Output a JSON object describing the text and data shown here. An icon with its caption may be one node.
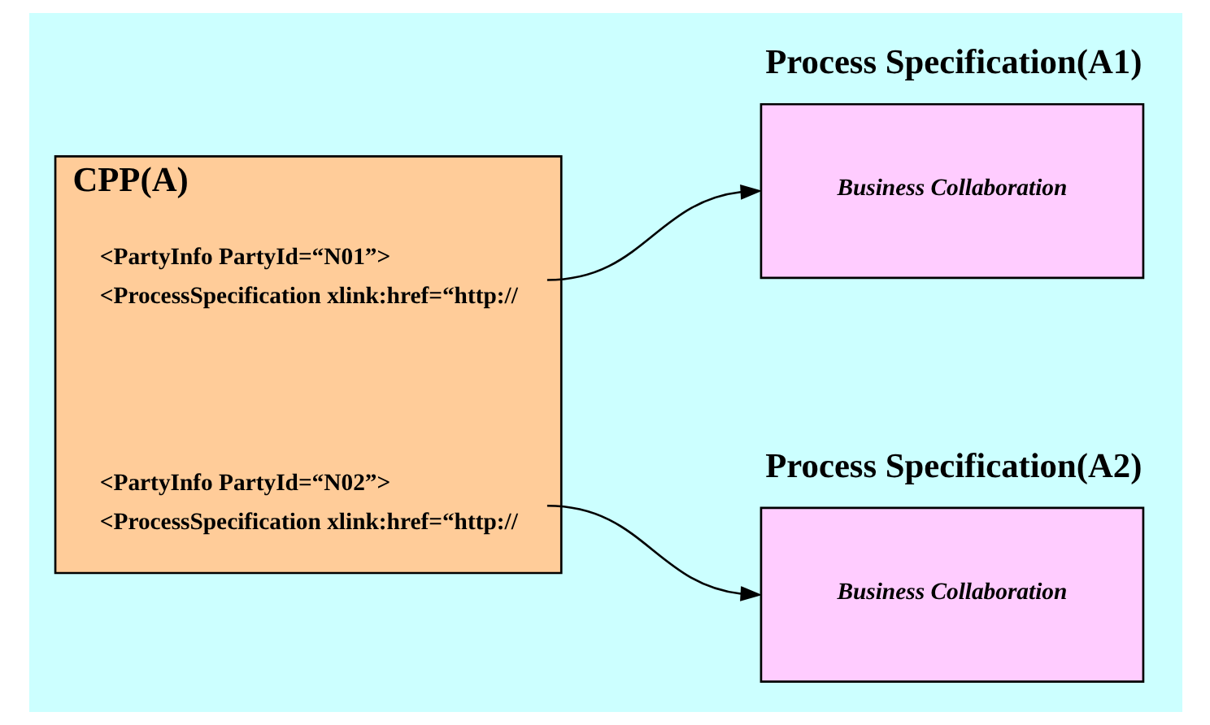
{
  "diagram": {
    "nodes": [
      {
        "text": [
          "CPP(A)"
        ]
      },
      {
        "text": [
          "<PartyInfo PartyId=“N01”>",
          "<ProcessSpecification xlink:href=“http://"
        ],
        "in": 0
      },
      {
        "text": [
          "<PartyInfo PartyId=“N02”>",
          "<ProcessSpecification xlink:href=“http://"
        ],
        "in": 0
      },
      {
        "text": [
          "Process Specification(A1)",
          "Business Collaboration"
        ]
      },
      {
        "text": [
          "Process Specification(A2)",
          "Business Collaboration"
        ]
      }
    ],
    "edges": [
      {
        "from": 1,
        "to": 3,
        "arrow": "to"
      },
      {
        "from": 2,
        "to": 4,
        "arrow": "to"
      }
    ]
  }
}
